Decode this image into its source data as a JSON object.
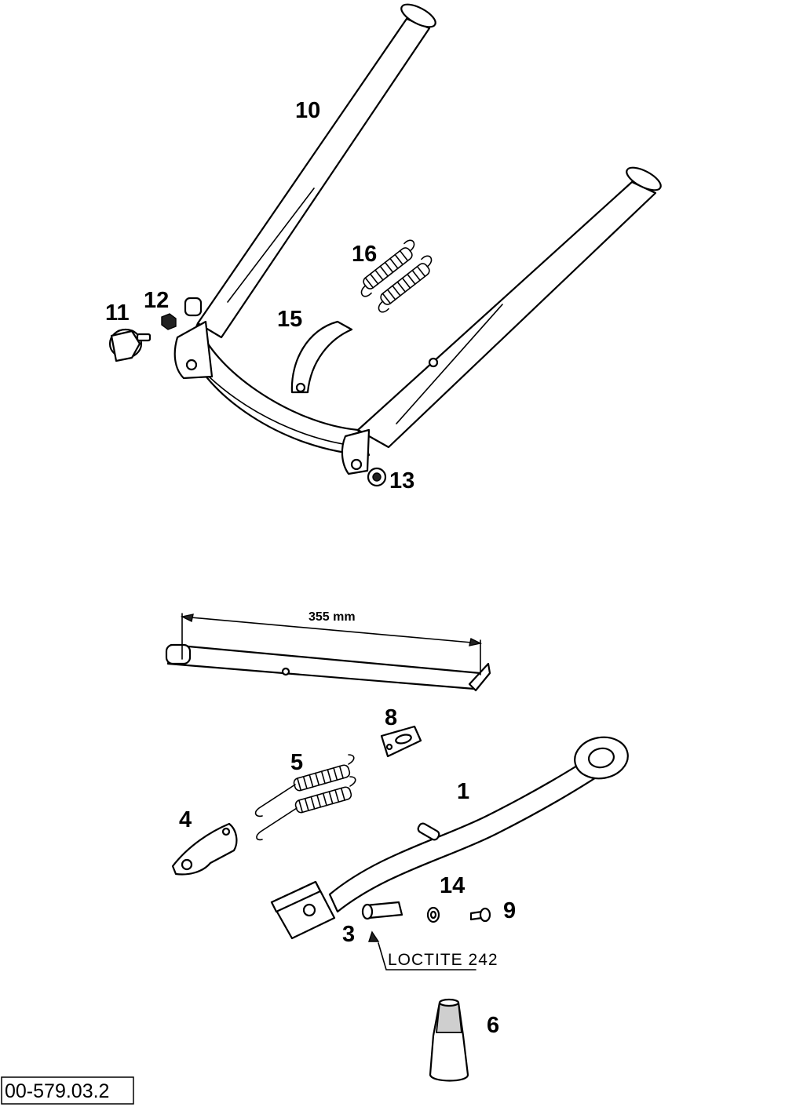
{
  "labels": {
    "part_1": "1",
    "part_3": "3",
    "part_4": "4",
    "part_5": "5",
    "part_6": "6",
    "part_8": "8",
    "part_9": "9",
    "part_10": "10",
    "part_11": "11",
    "part_12": "12",
    "part_13": "13",
    "part_14": "14",
    "part_15": "15",
    "part_16": "16"
  },
  "dimension": "355 mm",
  "note": "LOCTITE 242",
  "reference": "00-579.03.2",
  "colors": {
    "line": "#000000",
    "background": "#ffffff"
  }
}
